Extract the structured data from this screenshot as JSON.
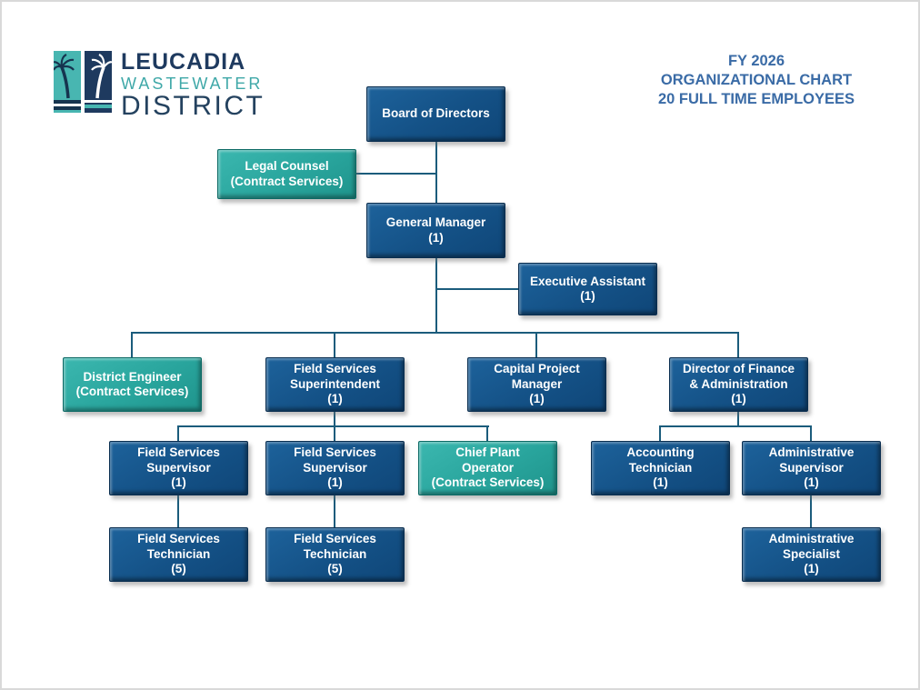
{
  "logo": {
    "name1": "LEUCADIA",
    "name2": "WASTEWATER",
    "name3": "DISTRICT"
  },
  "title": {
    "line1": "FY 2026",
    "line2": "ORGANIZATIONAL CHART",
    "line3": "20 FULL TIME EMPLOYEES"
  },
  "org": {
    "board_of_directors": {
      "text": "Board of Directors",
      "type": "navy"
    },
    "legal_counsel": {
      "text": "Legal Counsel\n(Contract Services)",
      "type": "teal"
    },
    "general_manager": {
      "text": "General Manager\n(1)",
      "type": "navy"
    },
    "executive_assistant": {
      "text": "Executive Assistant\n(1)",
      "type": "navy"
    },
    "district_engineer": {
      "text": "District Engineer\n(Contract Services)",
      "type": "teal"
    },
    "field_services_superintendent": {
      "text": "Field Services\nSuperintendent\n(1)",
      "type": "navy"
    },
    "capital_project_manager": {
      "text": "Capital Project\nManager\n(1)",
      "type": "navy"
    },
    "director_finance_admin": {
      "text": "Director of Finance\n& Administration\n(1)",
      "type": "navy"
    },
    "field_services_supervisor_1": {
      "text": "Field Services\nSupervisor\n(1)",
      "type": "navy"
    },
    "field_services_supervisor_2": {
      "text": "Field Services\nSupervisor\n(1)",
      "type": "navy"
    },
    "chief_plant_operator": {
      "text": "Chief Plant\nOperator\n(Contract Services)",
      "type": "teal"
    },
    "accounting_technician": {
      "text": "Accounting\nTechnician\n(1)",
      "type": "navy"
    },
    "administrative_supervisor": {
      "text": "Administrative\nSupervisor\n(1)",
      "type": "navy"
    },
    "field_services_technician_1": {
      "text": "Field Services\nTechnician\n(5)",
      "type": "navy"
    },
    "field_services_technician_2": {
      "text": "Field Services\nTechnician\n(5)",
      "type": "navy"
    },
    "administrative_specialist": {
      "text": "Administrative\nSpecialist\n(1)",
      "type": "navy"
    }
  },
  "colors": {
    "navy_box": "#145186",
    "teal_box": "#29a59d",
    "connector_line": "#1b5c7c",
    "box_text": "#ffffff",
    "title_text": "#3a6ba6",
    "logo_navy": "#1e3a5f",
    "logo_teal": "#3fa8a8",
    "page_border": "#d9d9d9"
  }
}
